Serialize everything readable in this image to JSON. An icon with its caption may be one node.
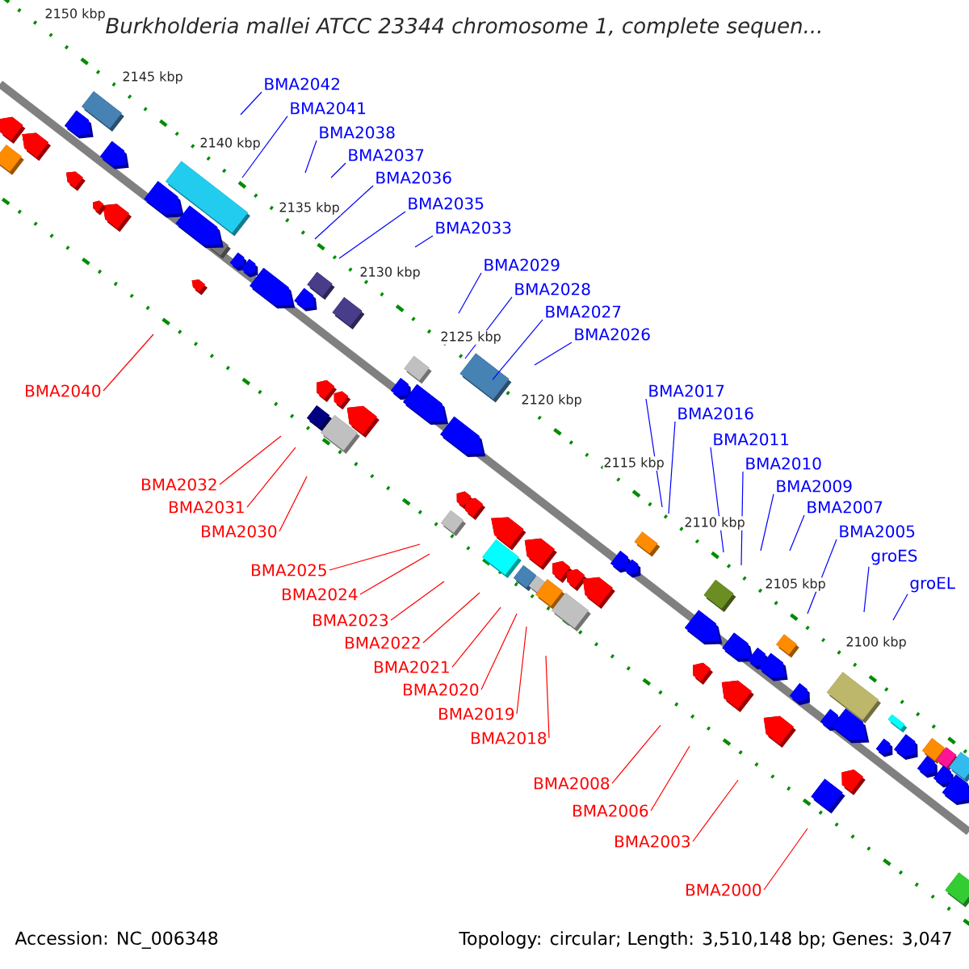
{
  "diagram": {
    "title": "Burkholderia mallei ATCC 23344 chromosome 1, complete sequen...",
    "nodes": [
      {
        "text": [
          "BMA2042"
        ]
      },
      {
        "text": [
          "BMA2041"
        ]
      },
      {
        "text": [
          "BMA2038"
        ]
      },
      {
        "text": [
          "BMA2037"
        ]
      },
      {
        "text": [
          "BMA2036"
        ]
      },
      {
        "text": [
          "BMA2035"
        ]
      },
      {
        "text": [
          "BMA2033"
        ]
      },
      {
        "text": [
          "BMA2029"
        ]
      },
      {
        "text": [
          "BMA2028"
        ]
      },
      {
        "text": [
          "BMA2027"
        ]
      },
      {
        "text": [
          "BMA2026"
        ]
      },
      {
        "text": [
          "BMA2017"
        ]
      },
      {
        "text": [
          "BMA2016"
        ]
      },
      {
        "text": [
          "BMA2011"
        ]
      },
      {
        "text": [
          "BMA2010"
        ]
      },
      {
        "text": [
          "BMA2009"
        ]
      },
      {
        "text": [
          "BMA2007"
        ]
      },
      {
        "text": [
          "BMA2005"
        ]
      },
      {
        "text": [
          "groES"
        ]
      },
      {
        "text": [
          "groEL"
        ]
      },
      {
        "text": [
          "BMA2040"
        ]
      },
      {
        "text": [
          "BMA2032"
        ]
      },
      {
        "text": [
          "BMA2031"
        ]
      },
      {
        "text": [
          "BMA2030"
        ]
      },
      {
        "text": [
          "BMA2025"
        ]
      },
      {
        "text": [
          "BMA2024"
        ]
      },
      {
        "text": [
          "BMA2023"
        ]
      },
      {
        "text": [
          "BMA2022"
        ]
      },
      {
        "text": [
          "BMA2021"
        ]
      },
      {
        "text": [
          "BMA2020"
        ]
      },
      {
        "text": [
          "BMA2019"
        ]
      },
      {
        "text": [
          "BMA2018"
        ]
      },
      {
        "text": [
          "BMA2008"
        ]
      },
      {
        "text": [
          "BMA2006"
        ]
      },
      {
        "text": [
          "BMA2003"
        ]
      },
      {
        "text": [
          "BMA2000"
        ]
      }
    ],
    "edges": [
      {
        "from": 0,
        "to": null,
        "arrow": "none"
      },
      {
        "from": 1,
        "to": null,
        "arrow": "none"
      },
      {
        "from": 2,
        "to": null,
        "arrow": "none"
      },
      {
        "from": 3,
        "to": null,
        "arrow": "none"
      },
      {
        "from": 4,
        "to": null,
        "arrow": "none"
      },
      {
        "from": 5,
        "to": null,
        "arrow": "none"
      },
      {
        "from": 6,
        "to": null,
        "arrow": "none"
      },
      {
        "from": 7,
        "to": null,
        "arrow": "none"
      },
      {
        "from": 8,
        "to": null,
        "arrow": "none"
      },
      {
        "from": 9,
        "to": null,
        "arrow": "none"
      },
      {
        "from": 10,
        "to": null,
        "arrow": "none"
      },
      {
        "from": 11,
        "to": null,
        "arrow": "none"
      },
      {
        "from": 12,
        "to": null,
        "arrow": "none"
      },
      {
        "from": 13,
        "to": null,
        "arrow": "none"
      },
      {
        "from": 14,
        "to": null,
        "arrow": "none"
      },
      {
        "from": 15,
        "to": null,
        "arrow": "none"
      },
      {
        "from": 16,
        "to": null,
        "arrow": "none"
      },
      {
        "from": 17,
        "to": null,
        "arrow": "none"
      },
      {
        "from": 18,
        "to": null,
        "arrow": "none"
      },
      {
        "from": 19,
        "to": null,
        "arrow": "none"
      },
      {
        "from": 20,
        "to": null,
        "arrow": "none",
        "color": "#ff0000"
      },
      {
        "from": 21,
        "to": null,
        "arrow": "none",
        "color": "#ff0000"
      },
      {
        "from": 22,
        "to": null,
        "arrow": "none",
        "color": "#ff0000"
      },
      {
        "from": 23,
        "to": null,
        "arrow": "none",
        "color": "#ff0000"
      },
      {
        "from": 24,
        "to": null,
        "arrow": "none",
        "color": "#ff0000"
      },
      {
        "from": 25,
        "to": null,
        "arrow": "none",
        "color": "#ff0000"
      },
      {
        "from": 26,
        "to": null,
        "arrow": "none",
        "color": "#ff0000"
      },
      {
        "from": 27,
        "to": null,
        "arrow": "none",
        "color": "#ff0000"
      },
      {
        "from": 28,
        "to": null,
        "arrow": "none",
        "color": "#ff0000"
      },
      {
        "from": 29,
        "to": null,
        "arrow": "none",
        "color": "#ff0000"
      },
      {
        "from": 30,
        "to": null,
        "arrow": "none",
        "color": "#ff0000"
      },
      {
        "from": 31,
        "to": null,
        "arrow": "none",
        "color": "#ff0000"
      },
      {
        "from": 32,
        "to": null,
        "arrow": "none",
        "color": "#ff0000"
      },
      {
        "from": 33,
        "to": null,
        "arrow": "none",
        "color": "#ff0000"
      },
      {
        "from": 34,
        "to": null,
        "arrow": "none",
        "color": "#ff0000"
      },
      {
        "from": 35,
        "to": null,
        "arrow": "none",
        "color": "#ff0000"
      }
    ],
    "labels": [
      "2150 kbp",
      "2145 kbp",
      "2140 kbp",
      "2135 kbp",
      "2130 kbp",
      "2125 kbp",
      "2120 kbp",
      "2115 kbp",
      "2110 kbp",
      "2105 kbp",
      "2100 kbp",
      "Accession: NC_006348",
      "Topology: circular; Length: 3,510,148 bp; Genes: 3,047"
    ]
  }
}
